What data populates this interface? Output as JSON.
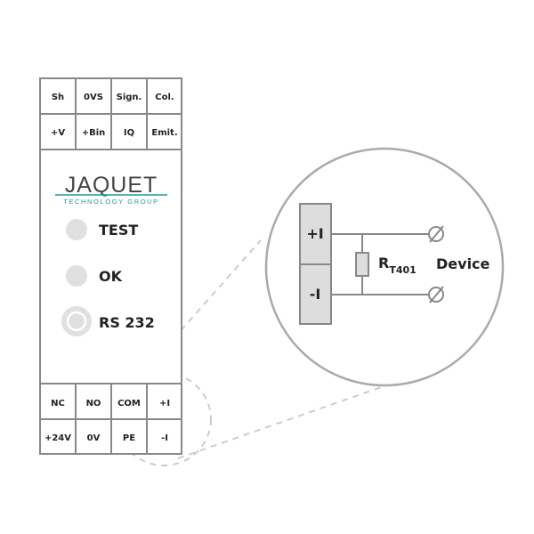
{
  "module": {
    "top_terminals": [
      [
        "Sh",
        "0VS",
        "Sign.",
        "Col."
      ],
      [
        "+V",
        "+Bin",
        "IQ",
        "Emit."
      ]
    ],
    "bottom_terminals": [
      [
        "NC",
        "NO",
        "COM",
        "+I"
      ],
      [
        "+24V",
        "0V",
        "PE",
        "-I"
      ]
    ],
    "logo": {
      "name": "JAQUET",
      "tagline": "TECHNOLOGY GROUP",
      "color": "#1c9a9a"
    },
    "leds": [
      {
        "label": "TEST"
      },
      {
        "label": "OK"
      },
      {
        "label": "RS 232"
      }
    ]
  },
  "detail": {
    "plus_terminal": "+I",
    "minus_terminal": "-I",
    "resistor_label": "R",
    "resistor_subscript": "T401",
    "device_label": "Device"
  },
  "colors": {
    "outline": "#888888",
    "terminal_fill": "#dddddd",
    "led_fill": "#e0e0e0",
    "dashed": "#cccccc"
  }
}
